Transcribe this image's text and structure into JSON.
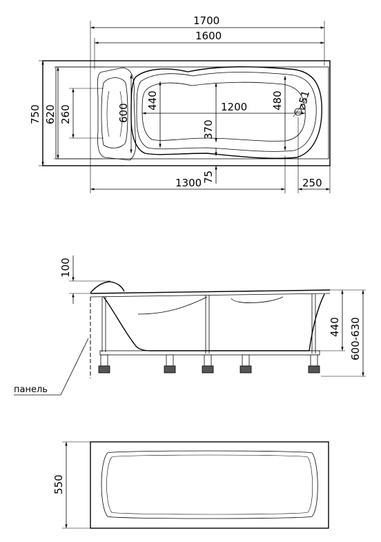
{
  "top_view": {
    "dims": {
      "length_overall": "1700",
      "length_inner": "1600",
      "width_overall": "750",
      "width_inner": "620",
      "headrest_width": "260",
      "end_width": "600",
      "bowl_width_head": "440",
      "bowl_length": "1200",
      "bowl_width_mid": "370",
      "bowl_width_foot": "480",
      "drain_diameter": "⌀51",
      "offset_small": "75",
      "drain_from_head": "1300",
      "drain_from_foot": "250"
    }
  },
  "side_view": {
    "dims": {
      "lip_height": "100",
      "depth": "440",
      "total_height": "600-630"
    },
    "panel_label": "панель"
  },
  "front_view": {
    "dims": {
      "height": "550"
    }
  }
}
